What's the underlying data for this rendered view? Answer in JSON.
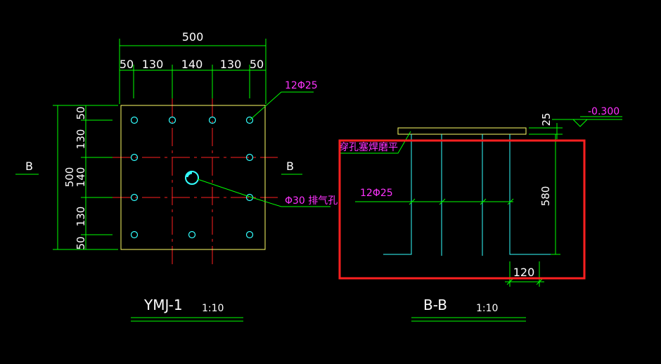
{
  "colors": {
    "background": "#000000",
    "green": "#00ff00",
    "yellow": "#ffff66",
    "cyan": "#33ffff",
    "red": "#ff2020",
    "highlight": "#ff2020",
    "magenta": "#ff33ff",
    "white": "#ffffff"
  },
  "plan": {
    "title": "YMJ-1",
    "scale": "1:10",
    "top_dims": {
      "total": "500",
      "segments": [
        "50",
        "130",
        "140",
        "130",
        "50"
      ]
    },
    "left_dims": {
      "total": "500",
      "segments": [
        "50",
        "130",
        "140",
        "130",
        "50"
      ]
    },
    "section_mark_left": "B",
    "section_mark_right": "B",
    "bolt_label": "12Φ25",
    "vent_label": "Φ30 排气孔"
  },
  "section": {
    "title": "B-B",
    "scale": "1:10",
    "elevation": "-0.300",
    "plate_thickness": "25",
    "weld_note": "穿孔塞焊磨平",
    "bolt_label": "12Φ25",
    "embed_length": "580",
    "bottom_dim": "120"
  }
}
